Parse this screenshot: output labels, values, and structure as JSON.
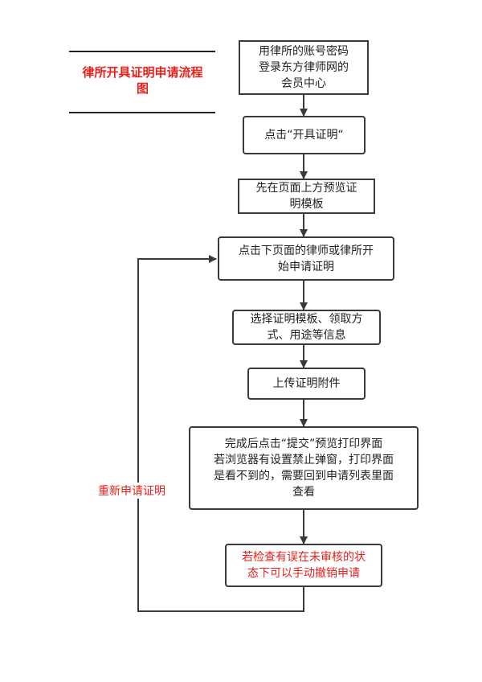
{
  "title": "律所开具证明申请流程图",
  "title_lines": [
    "律所开具证明申请流程",
    "图"
  ],
  "colors": {
    "accent": "#e8201a",
    "stroke": "#3a3a3a"
  },
  "steps": [
    {
      "id": "login",
      "lines": [
        "用律所的账号密码",
        "登录东方律师网的",
        "会员中心"
      ]
    },
    {
      "id": "click-issue",
      "lines": [
        "点击“开具证明“"
      ]
    },
    {
      "id": "preview-template",
      "lines": [
        "先在页面上方预览证",
        "明模板"
      ]
    },
    {
      "id": "start-apply",
      "lines": [
        "点击下页面的律师或律所开",
        "始申请证明"
      ]
    },
    {
      "id": "select-info",
      "lines": [
        "选择证明模板、领取方",
        "式、用途等信息"
      ]
    },
    {
      "id": "upload",
      "lines": [
        "上传证明附件"
      ]
    },
    {
      "id": "submit",
      "lines": [
        "完成后点击“提交”预览打印界面",
        "若浏览器有设置禁止弹窗，打印界面",
        "是看不到的，需要回到申请列表里面",
        "查看"
      ]
    },
    {
      "id": "revoke",
      "lines": [
        "若检查有误在未审核的状",
        "态下可以手动撤销申请"
      ]
    }
  ],
  "loop_label": "重新申请证明"
}
